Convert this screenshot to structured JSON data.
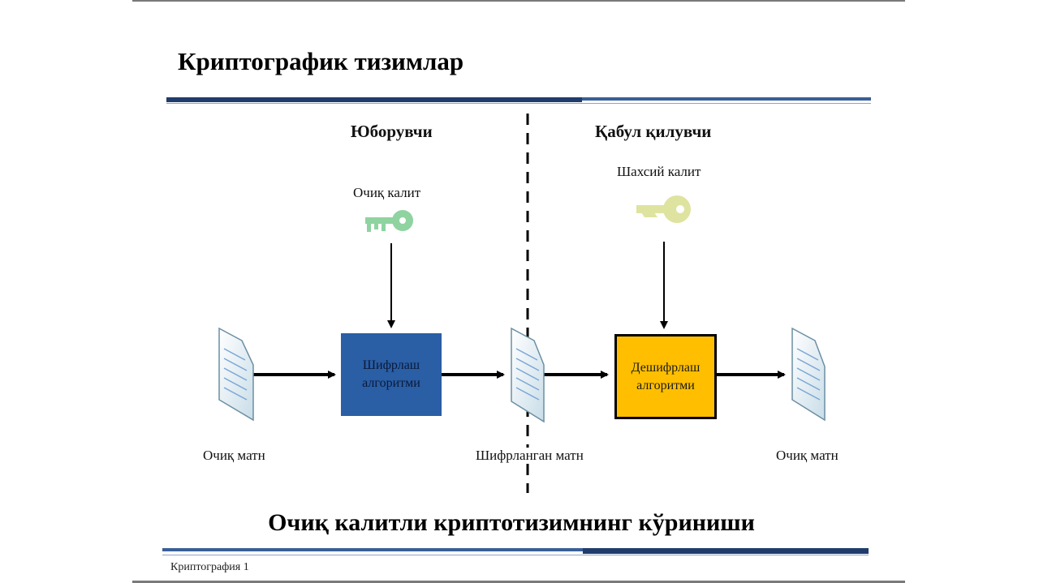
{
  "slide": {
    "title": "Криптографик тизимлар",
    "caption": "Очиқ калитли криптотизимнинг кўриниши",
    "footer": "Криптография 1"
  },
  "diagram": {
    "sender_heading": "Юборувчи",
    "receiver_heading": "Қабул қилувчи",
    "public_key_label": "Очиқ калит",
    "private_key_label": "Шахсий калит",
    "encrypt_box_label": "Шифрлаш алгоритми",
    "decrypt_box_label": "Дешифрлаш алгоритми",
    "plaintext_left_label": "Очиқ матн",
    "ciphertext_label": "Шифрланган матн",
    "plaintext_right_label": "Очиқ матн"
  },
  "colors": {
    "encrypt_box": "#2a5ea5",
    "decrypt_box": "#ffbf00",
    "public_key": "#8fd3a0",
    "private_key": "#dfe3a0",
    "rule_dark": "#1f3c6b"
  }
}
